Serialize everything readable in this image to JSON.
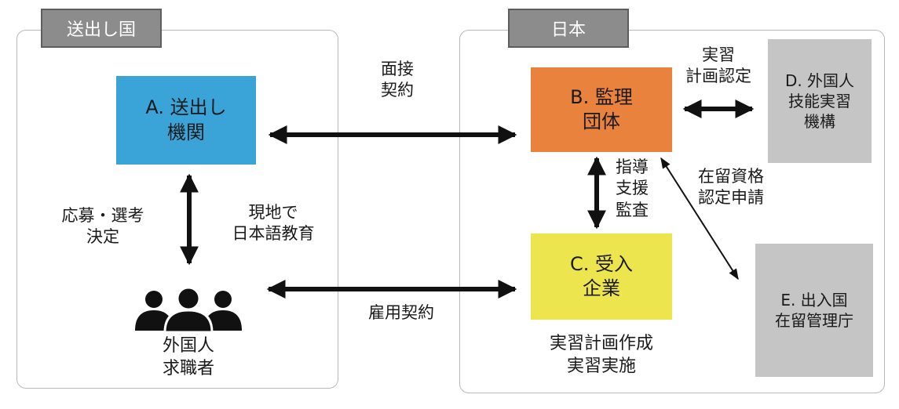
{
  "sections": {
    "sending_country": "送出し国",
    "japan": "日本"
  },
  "nodes": {
    "a": {
      "line1": "A. 送出し",
      "line2": "機関",
      "color": "#3aa4d8"
    },
    "b": {
      "line1": "B. 監理",
      "line2": "団体",
      "color": "#e8823d"
    },
    "c": {
      "line1": "C. 受入",
      "line2": "企業",
      "color": "#ece54d"
    },
    "d": {
      "line1": "D. 外国人",
      "line2": "技能実習",
      "line3": "機構",
      "color": "#c5c5c5"
    },
    "e": {
      "line1": "E. 出入国",
      "line2": "在留管理庁",
      "color": "#c5c5c5"
    },
    "applicant": {
      "line1": "外国人",
      "line2": "求職者",
      "icon": "people-group-icon"
    }
  },
  "relations": {
    "interview_contract": {
      "line1": "面接",
      "line2": "契約"
    },
    "plan_approval": {
      "line1": "実習",
      "line2": "計画認定"
    },
    "application_selection": {
      "line1": "応募・選考",
      "line2": "決定"
    },
    "local_education": {
      "line1": "現地で",
      "line2": "日本語教育"
    },
    "guidance": {
      "line1": "指導",
      "line2": "支援",
      "line3": "監査"
    },
    "residence_application": {
      "line1": "在留資格",
      "line2": "認定申請"
    },
    "employment_contract": "雇用契約",
    "training": {
      "line1": "実習計画作成",
      "line2": "実習実施"
    }
  }
}
